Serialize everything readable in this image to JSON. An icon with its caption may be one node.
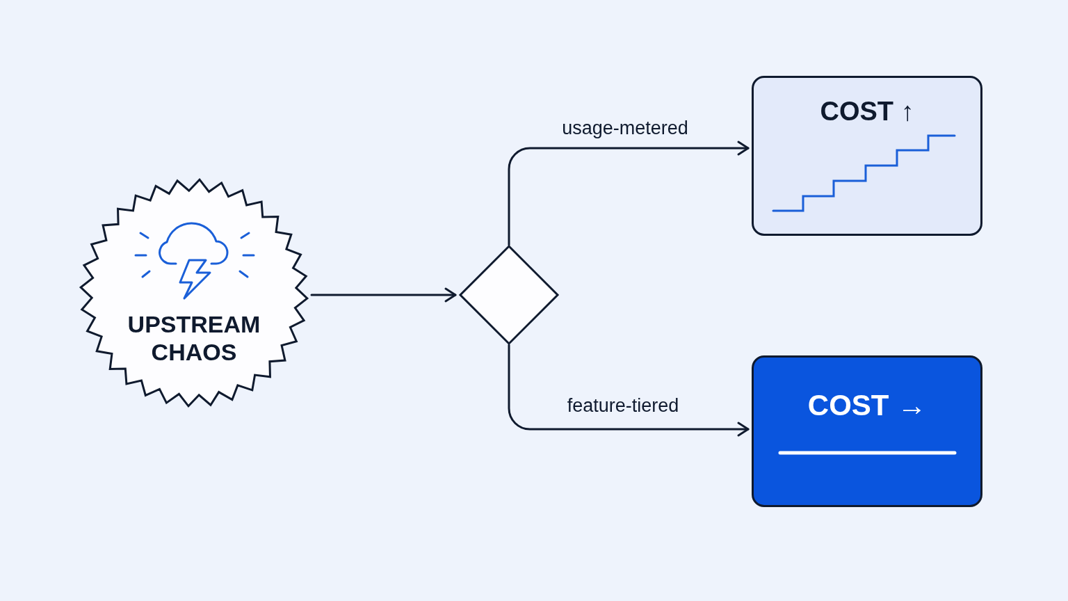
{
  "diagram": {
    "nodes": [
      {
        "text": [
          "UPSTREAM CHAOS"
        ]
      },
      {
        "text": [],
        "shape": "diamond"
      },
      {
        "text": [
          "COST ↑"
        ]
      },
      {
        "text": [
          "COST →"
        ]
      }
    ],
    "edges": [
      {
        "from": 0,
        "to": 1,
        "arrow": "to"
      },
      {
        "from": 1,
        "to": 2,
        "arrow": "to",
        "label": "usage-metered"
      },
      {
        "from": 1,
        "to": 3,
        "arrow": "to",
        "label": "feature-tiered"
      }
    ]
  }
}
